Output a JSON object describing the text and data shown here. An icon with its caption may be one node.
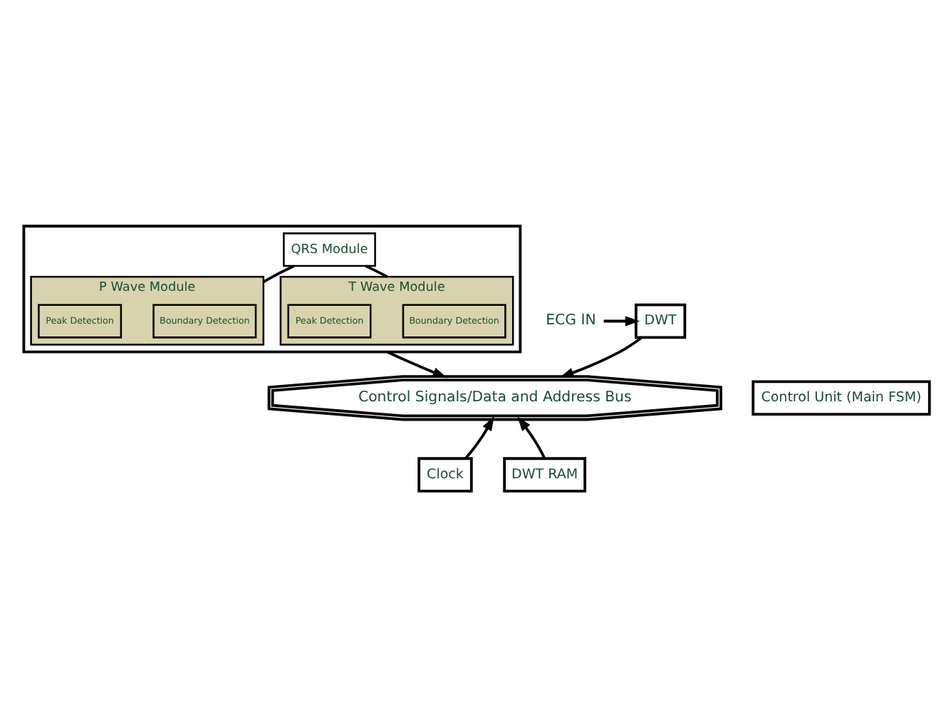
{
  "diagram": {
    "nodes": [
      {
        "text": [],
        "shape": "box"
      },
      {
        "text": [
          "QRS Module"
        ],
        "in": 0
      },
      {
        "text": [
          "P Wave Module"
        ],
        "in": 0
      },
      {
        "text": [
          "Boundary Detection"
        ],
        "in": 2
      },
      {
        "text": [
          "Peak Detection"
        ],
        "in": 2
      },
      {
        "text": [
          "T Wave Module"
        ],
        "in": 0
      },
      {
        "text": [
          "Boundary Detection"
        ],
        "in": 5
      },
      {
        "text": [
          "Peak Detection"
        ],
        "in": 5
      },
      {
        "text": [
          "ECG IN"
        ]
      },
      {
        "text": [
          "DWT"
        ]
      },
      {
        "text": [
          "Control Unit (Main FSM)"
        ]
      },
      {
        "text": [
          "Control Signals/Data and Address Bus"
        ]
      },
      {
        "text": [
          "Clock"
        ]
      },
      {
        "text": [
          "DWT RAM"
        ]
      }
    ],
    "edges": [
      {
        "from": 8,
        "to": 9,
        "arrow": "to"
      },
      {
        "from": 1,
        "to": 2,
        "arrow": "none"
      },
      {
        "from": 1,
        "to": 5,
        "arrow": "none"
      },
      {
        "from": 9,
        "to": 11,
        "arrow": "to"
      },
      {
        "from": 0,
        "to": 11,
        "arrow": "to"
      },
      {
        "from": 12,
        "to": 11,
        "arrow": "to"
      },
      {
        "from": 13,
        "to": 11,
        "arrow": "to"
      }
    ]
  }
}
